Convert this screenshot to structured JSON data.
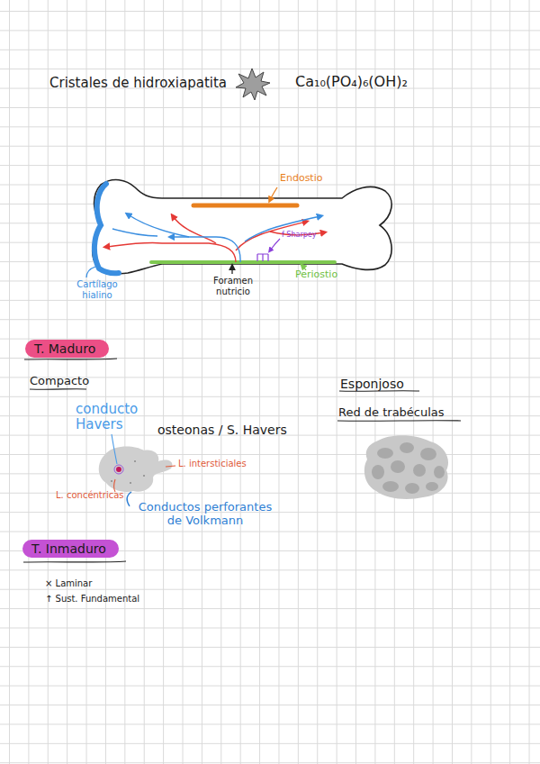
{
  "diagram": {
    "nodes": [
      {
        "text": [
          "T. Maduro"
        ]
      },
      {
        "text": [
          "T. Inmaduro"
        ]
      }
    ],
    "labels": [
      "Cristales de hidroxiapatita",
      "Ca₁₀(PO₄)₆(OH)₂",
      "Endostio",
      "Cartílago hialino",
      "Foramen nutricio",
      "Periostio",
      "f Sharpey",
      "Compacto",
      "conducto Havers",
      "osteonas / S. Havers",
      "L. intersticiales",
      "L. concéntricas",
      "Conductos perforantes de Volkmann",
      "Esponjoso",
      "Red de trabéculas",
      "× Laminar",
      "↑ Sust. Fundamental"
    ]
  }
}
